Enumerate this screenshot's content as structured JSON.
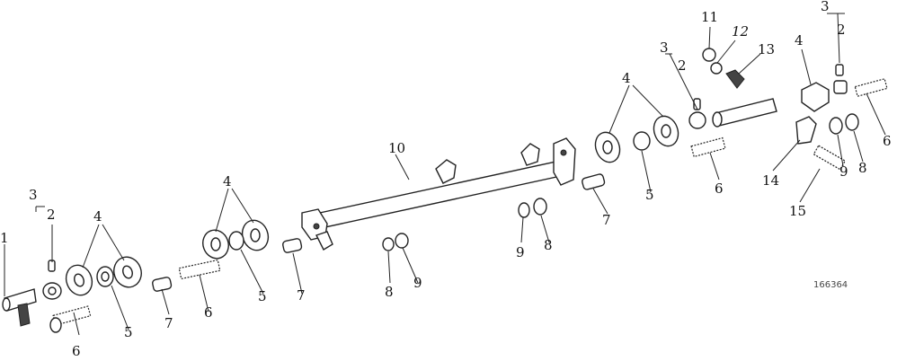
{
  "diagram": {
    "reference_code": "166364",
    "callouts": [
      "1",
      "2",
      "3",
      "4",
      "5",
      "6",
      "7",
      "8",
      "9",
      "10",
      "11",
      "12",
      "13",
      "14",
      "15"
    ]
  }
}
